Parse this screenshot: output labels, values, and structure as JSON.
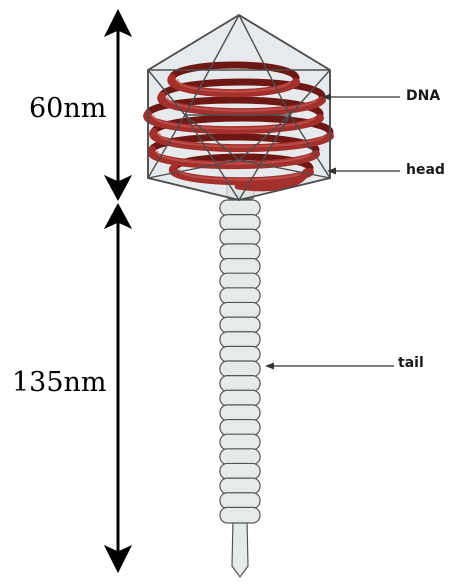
{
  "dimensions": {
    "head_length": "60nm",
    "tail_length": "135nm"
  },
  "labels": {
    "dna": "DNA",
    "head": "head",
    "tail": "tail"
  },
  "colors": {
    "dna": "#a3302c",
    "dna_dark": "#6e1815",
    "capsid_fill": "#dfe3e5",
    "capsid_edge": "#5a5a5a",
    "tail_fill": "#e7eaeb",
    "tail_edge": "#555555",
    "arrow": "#000000"
  },
  "tail_segment_count": 22
}
